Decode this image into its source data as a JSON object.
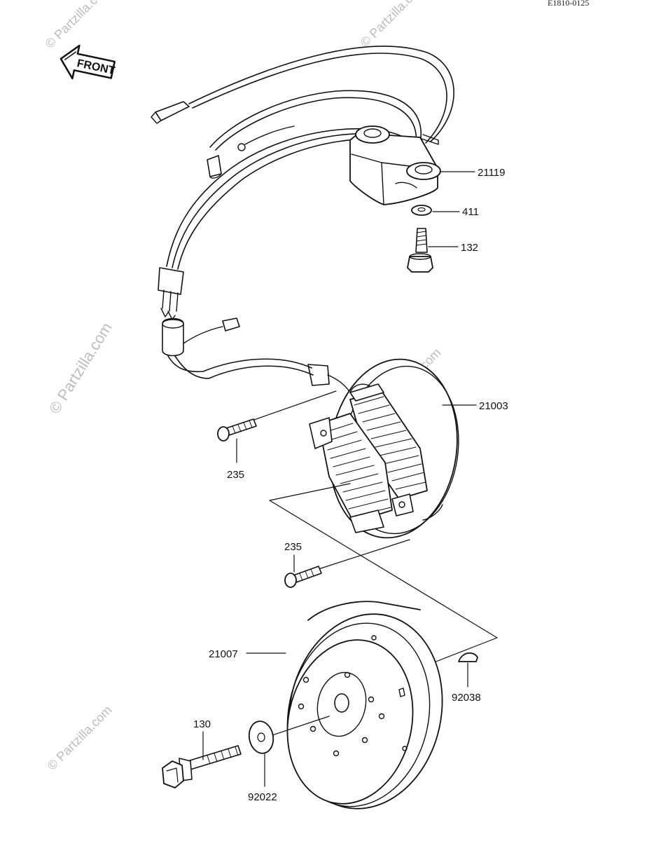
{
  "diagram_code": "E1810-0125",
  "front_label": "FRONT",
  "watermark": {
    "main": "© Partzilla.com",
    "faint": "© Partzilla.com"
  },
  "callouts": {
    "ignitor": "21119",
    "washer": "411",
    "ignitor_bolt": "132",
    "stator": "21003",
    "stator_screw_upper": "235",
    "stator_screw_lower": "235",
    "flywheel": "21007",
    "key": "92038",
    "flywheel_bolt": "130",
    "flywheel_washer": "92022"
  },
  "colors": {
    "ink": "#111111",
    "watermark": "#bdbdbd"
  }
}
